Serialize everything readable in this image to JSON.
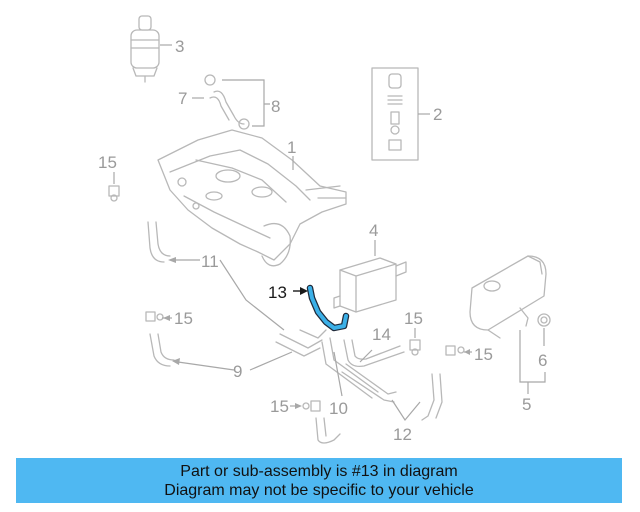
{
  "callouts": {
    "c1": "1",
    "c2": "2",
    "c3": "3",
    "c4": "4",
    "c5": "5",
    "c6": "6",
    "c7": "7",
    "c8": "8",
    "c9": "9",
    "c10": "10",
    "c11": "11",
    "c12": "12",
    "c13": "13",
    "c14": "14",
    "c15a": "15",
    "c15b": "15",
    "c15c": "15",
    "c15d": "15",
    "c15e": "15"
  },
  "highlight_part": "13",
  "colors": {
    "highlight": "#3bb0e8",
    "banner": "#4fb8f2",
    "linework": "#b8b8b8"
  },
  "banner": {
    "line1": "Part or sub-assembly is #13 in diagram",
    "line2": "Diagram may not be specific to your vehicle"
  }
}
